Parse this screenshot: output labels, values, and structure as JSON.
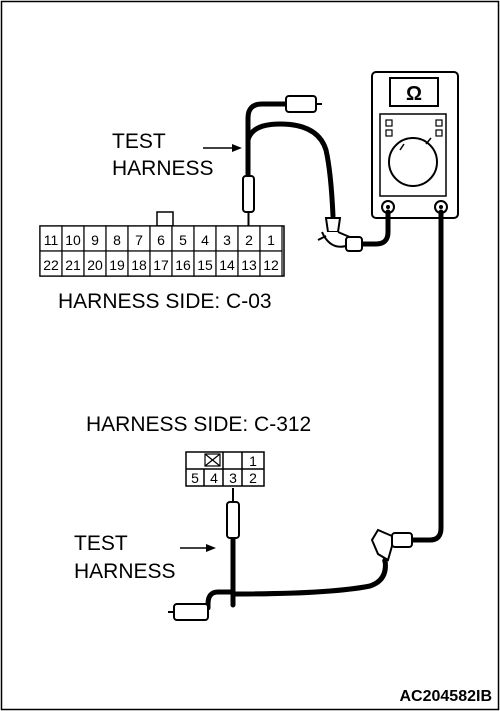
{
  "labels": {
    "test_harness_top_line1": "TEST",
    "test_harness_top_line2": "HARNESS",
    "harness_side_top": "HARNESS SIDE: C-03",
    "harness_side_bottom": "HARNESS SIDE: C-312",
    "test_harness_bottom_line1": "TEST",
    "test_harness_bottom_line2": "HARNESS",
    "figure_code": "AC204582IB"
  },
  "meter": {
    "unit_symbol": "Ω"
  },
  "connector_c03": {
    "top_row": [
      "11",
      "10",
      "9",
      "8",
      "7",
      "6",
      "5",
      "4",
      "3",
      "2",
      "1"
    ],
    "bottom_row": [
      "22",
      "21",
      "20",
      "19",
      "18",
      "17",
      "16",
      "15",
      "14",
      "13",
      "12"
    ]
  },
  "connector_c312": {
    "top_row": [
      "",
      "1"
    ],
    "bottom_row": [
      "5",
      "4",
      "3",
      "2"
    ]
  }
}
